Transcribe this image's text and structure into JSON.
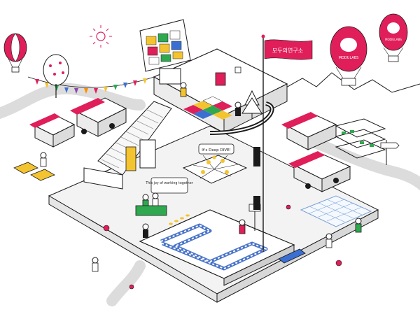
{
  "flag": {
    "text": "모두의연구소",
    "color": "#e01e5a"
  },
  "balloons": [
    {
      "label": "",
      "color": "#e01e5a"
    },
    {
      "label": "MODULABS",
      "color": "#e01e5a"
    },
    {
      "label": "MODULABS",
      "color": "#e01e5a"
    }
  ],
  "speech": {
    "left": "This joy of working together",
    "center": "It's Deep DIVE!"
  },
  "accent": "#e01e5a",
  "secondary": "#f4c430",
  "ink": "#1a1a1a",
  "path_gray": "#dcdcdc",
  "grid_blue": "#7aa0d4",
  "track_blue": "#4a74c9",
  "bunting_colors": [
    "#e01e5a",
    "#f4c430",
    "#2fa84f",
    "#3b6fd1",
    "#8e44ad",
    "#ff8c00"
  ],
  "icons": [
    "sun-icon",
    "tree-icon",
    "hot-air-balloon-icon",
    "truck-icon",
    "person-icon",
    "ball-icon",
    "flag-icon"
  ]
}
